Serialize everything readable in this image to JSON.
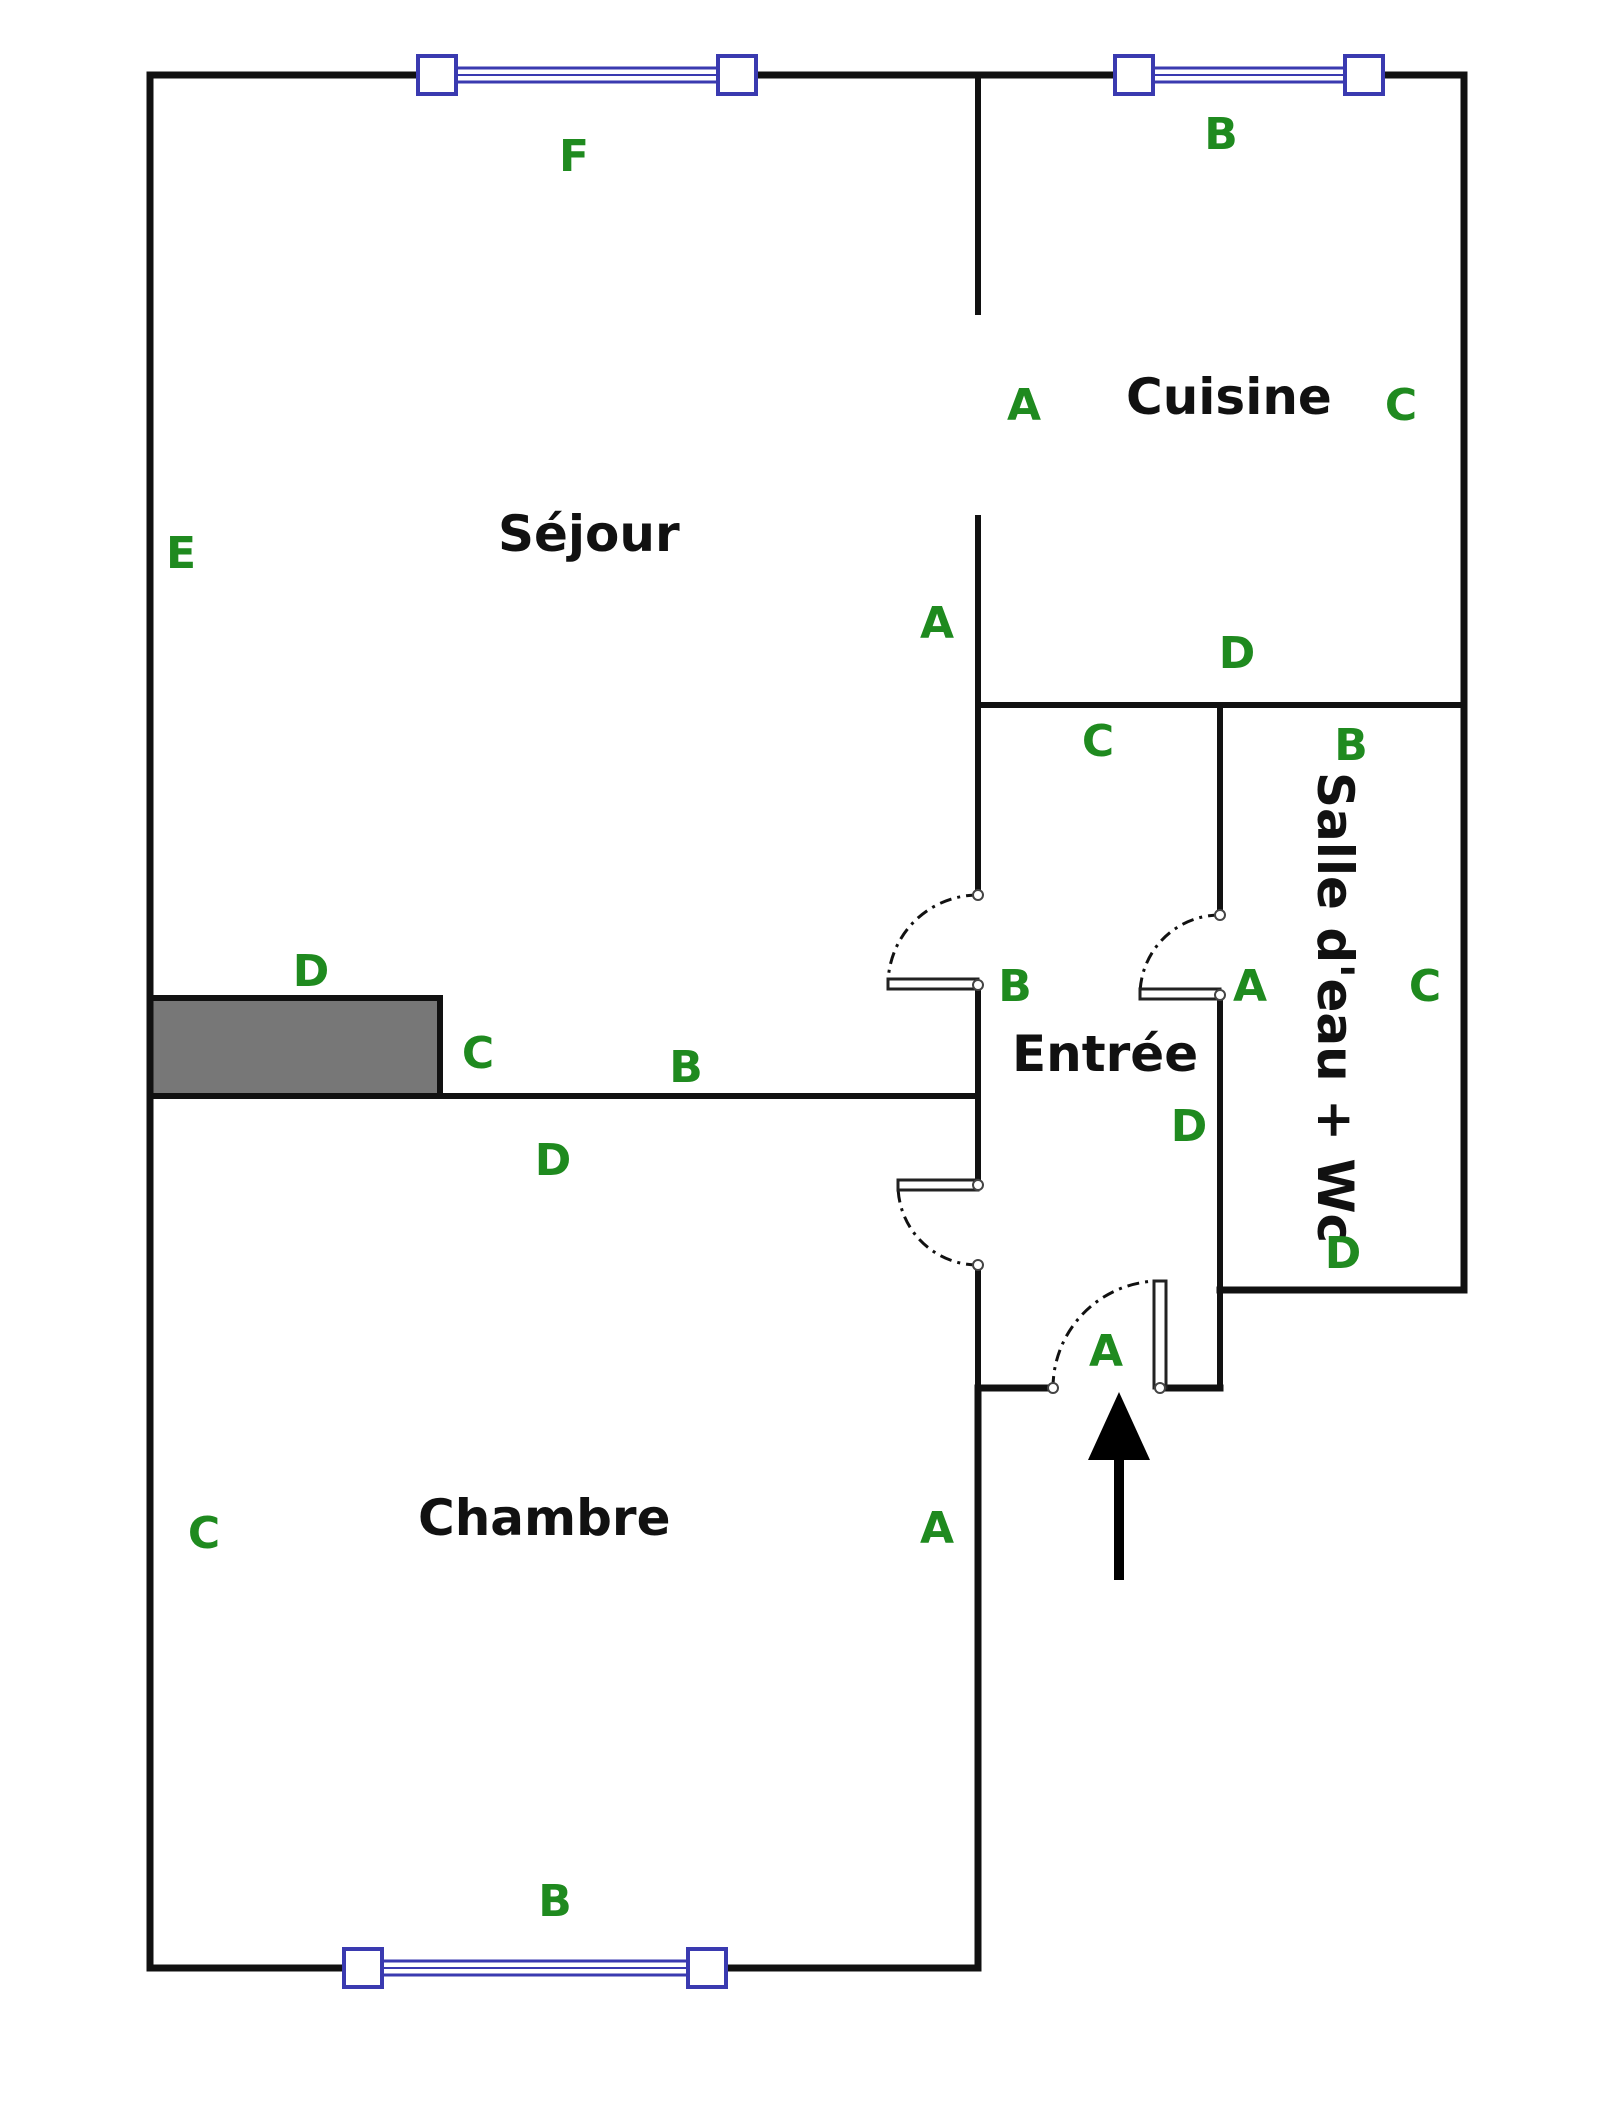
{
  "rooms": {
    "sejour": "Séjour",
    "cuisine": "Cuisine",
    "entree": "Entrée",
    "salle_eau": "Salle d'eau + Wc",
    "chambre": "Chambre"
  },
  "marks": {
    "sejour_f": "F",
    "sejour_e": "E",
    "sejour_a1": "A",
    "sejour_d": "D",
    "sejour_c": "C",
    "sejour_b": "B",
    "cuisine_b": "B",
    "cuisine_a": "A",
    "cuisine_c": "C",
    "cuisine_d": "D",
    "entree_c": "C",
    "entree_b": "B",
    "entree_a_right": "A",
    "entree_d": "D",
    "entree_a_door": "A",
    "salle_b": "B",
    "salle_c": "C",
    "salle_d": "D",
    "chambre_d": "D",
    "chambre_c": "C",
    "chambre_a": "A",
    "chambre_b": "B"
  },
  "colors": {
    "mark": "#1f8a1f",
    "wall": "#111111",
    "window": "#3a3ab0",
    "chimney": "#777777"
  }
}
